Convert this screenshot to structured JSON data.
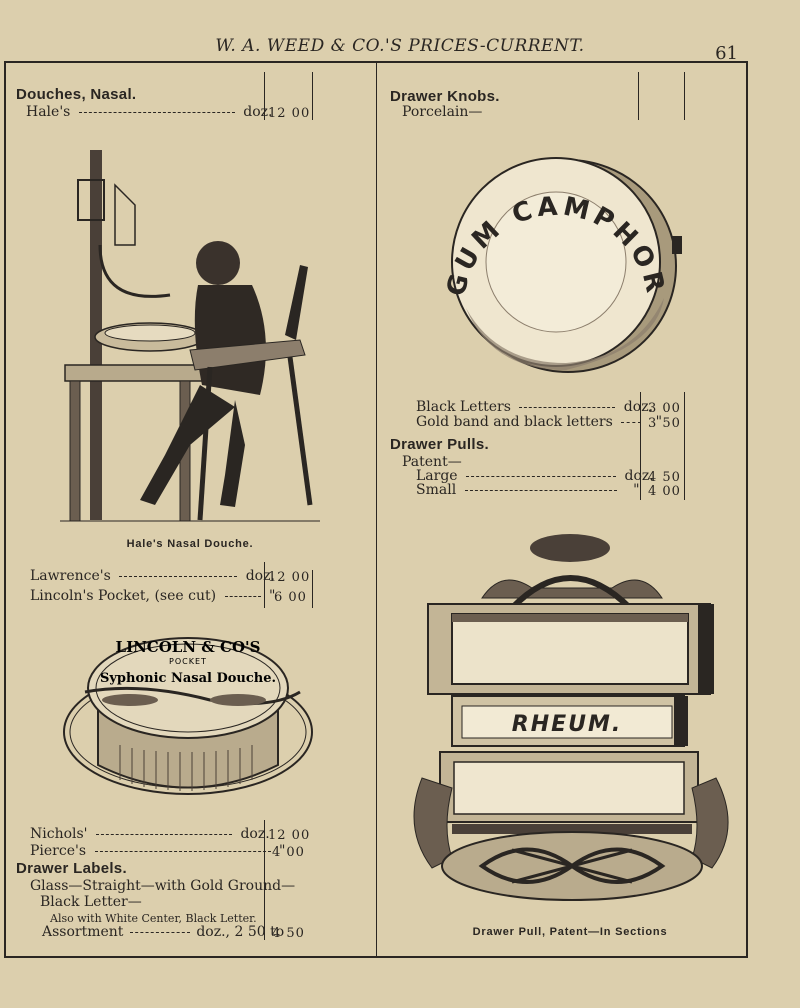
{
  "header": {
    "running_title": "W. A. WEED & CO.'S PRICES-CURRENT.",
    "page_number": "61"
  },
  "left": {
    "douches_heading": "Douches, Nasal.",
    "hales": {
      "name": "Hale's",
      "unit": "doz.",
      "price": "12 00"
    },
    "hale_caption": "Hale's Nasal Douche.",
    "lawrences": {
      "name": "Lawrence's",
      "unit": "doz.",
      "price": "12 00"
    },
    "lincolns": {
      "name": "Lincoln's Pocket, (see cut)",
      "unit": "\"",
      "price": "6 00"
    },
    "tin_label": {
      "line1": "LINCOLN & CO'S",
      "line2": "POCKET",
      "line3": "Syphonic Nasal Douche."
    },
    "nichols": {
      "name": "Nichols'",
      "unit": "doz.",
      "price": "12 00"
    },
    "pierces": {
      "name": "Pierce's",
      "unit": "\"",
      "price": "4 00"
    },
    "labels_heading": "Drawer Labels.",
    "glass_line1": "Glass—Straight—with Gold Ground—",
    "glass_line2": "Black Letter—",
    "glass_note": "Also with White Center, Black Letter.",
    "assortment": {
      "name": "Assortment",
      "unit": "doz., 2 50 to",
      "price": "4 50"
    }
  },
  "right": {
    "knobs_heading": "Drawer Knobs.",
    "porcelain": "Porcelain—",
    "knob_text": "GUM CAMPHOR",
    "black_letters": {
      "name": "Black Letters",
      "unit": "doz.",
      "price": "3 00"
    },
    "gold_band": {
      "name": "Gold band and black letters",
      "unit": "\"",
      "price": "3 50"
    },
    "pulls_heading": "Drawer Pulls.",
    "patent": "Patent—",
    "large": {
      "name": "Large",
      "unit": "doz.",
      "price": "4 50"
    },
    "small": {
      "name": "Small",
      "unit": "\"",
      "price": "4 00"
    },
    "pull_label": "RHEUM.",
    "pull_caption": "Drawer Pull, Patent—In Sections"
  }
}
